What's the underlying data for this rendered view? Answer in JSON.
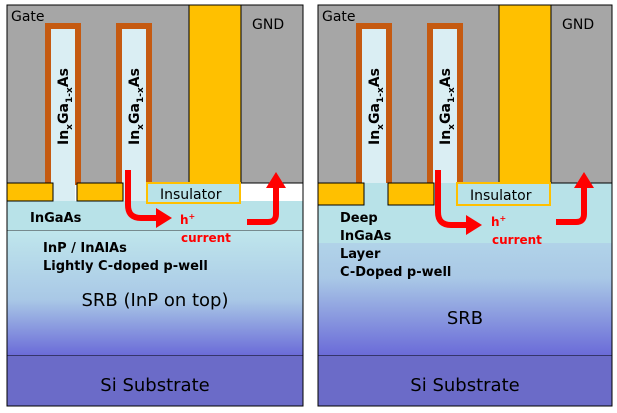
{
  "panels": [
    {
      "gate_label": "Gate",
      "gnd_label": "GND",
      "fin_base": "In",
      "fin_sub1": "x",
      "fin_mid": "Ga",
      "fin_sub2": "1-x",
      "fin_end": "As",
      "insulator_label": "Insulator",
      "hplus": "h",
      "hplus_sup": "+",
      "current": "current",
      "layer_lines": [
        "InGaAs",
        "InP / InAlAs",
        "Lightly C-doped p-well"
      ],
      "srb_label": "SRB (InP on top)",
      "substrate_label": "Si Substrate"
    },
    {
      "gate_label": "Gate",
      "gnd_label": "GND",
      "fin_base": "In",
      "fin_sub1": "x",
      "fin_mid": "Ga",
      "fin_sub2": "1-x",
      "fin_end": "As",
      "insulator_label": "Insulator",
      "hplus": "h",
      "hplus_sup": "+",
      "current": "current",
      "layer_lines": [
        "Deep",
        "InGaAs",
        "Layer",
        "C-Doped p-well"
      ],
      "srb_label": "SRB",
      "substrate_label": "Si Substrate"
    }
  ],
  "colors": {
    "gate": "#a6a6a6",
    "contact": "#ffc000",
    "fin": "#c55a11",
    "fin_core": "#daeef3",
    "layer": "#b8e2e8",
    "srb_top": "#b8e2e8",
    "srb_bottom": "#6b6bd6",
    "substrate": "#6b6bc8",
    "arrow": "#ff0000"
  }
}
